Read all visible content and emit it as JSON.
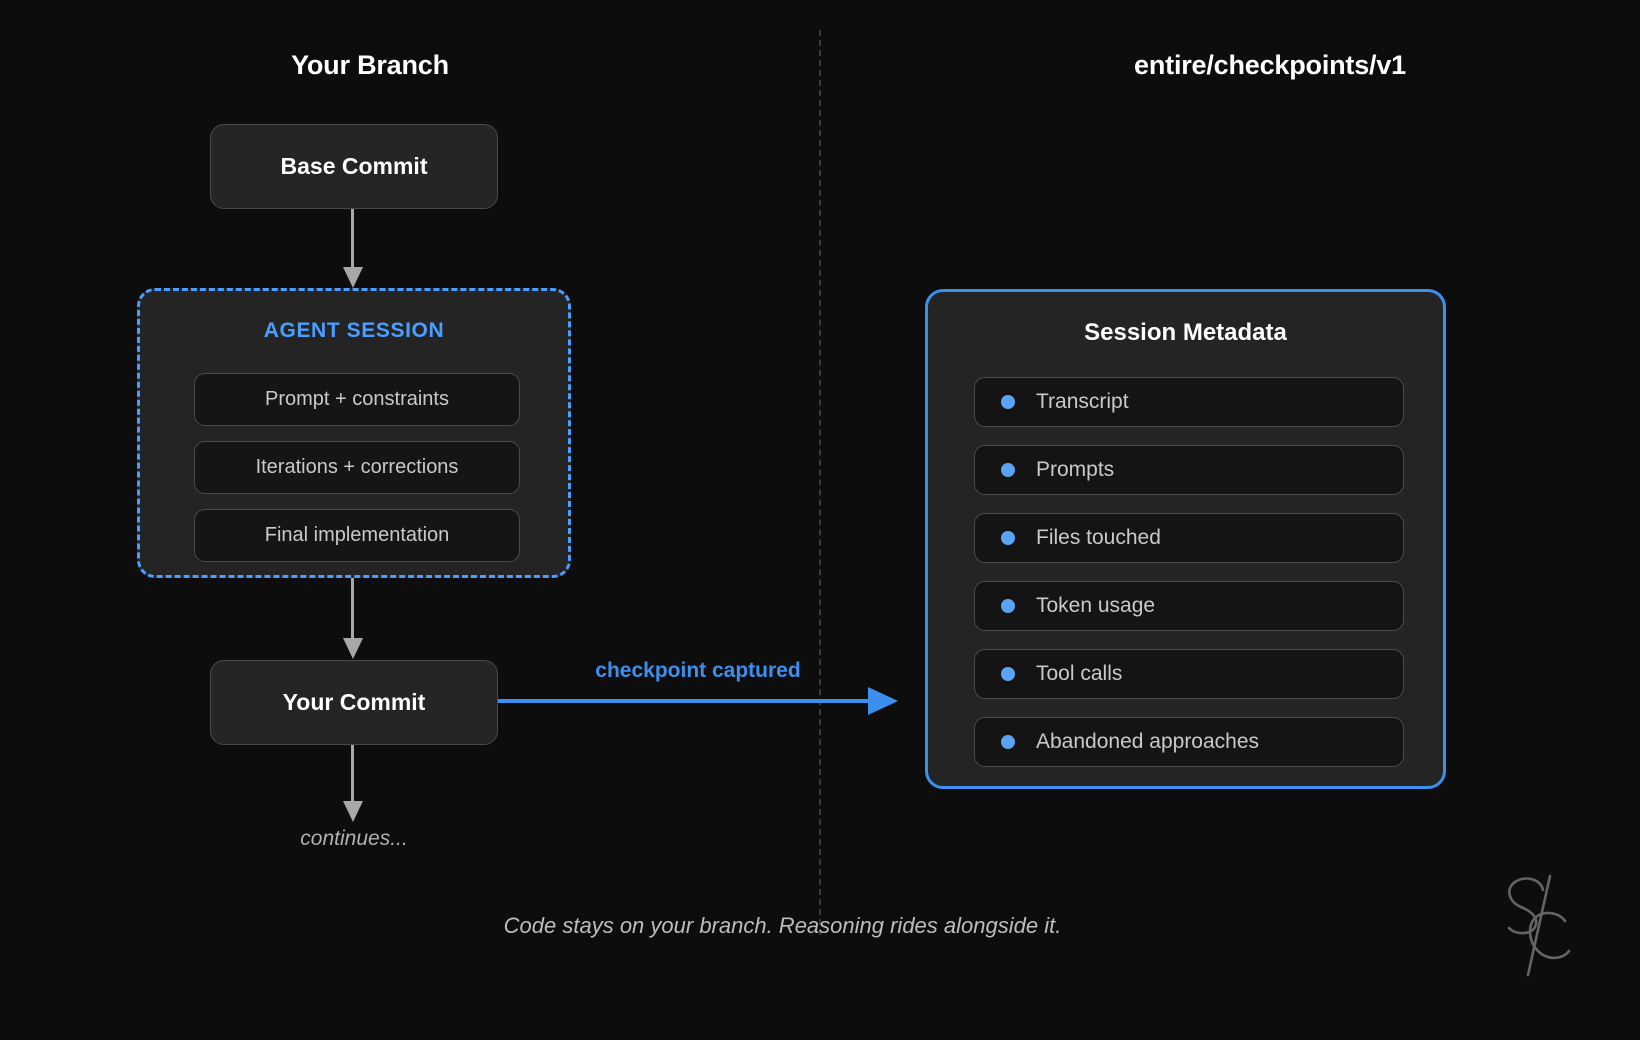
{
  "columns": {
    "left_title": "Your Branch",
    "right_title": "entire/checkpoints/v1"
  },
  "branch_flow": {
    "base_commit": "Base Commit",
    "your_commit": "Your Commit",
    "continues": "continues..."
  },
  "agent_session": {
    "label": "AGENT SESSION",
    "items": [
      "Prompt + constraints",
      "Iterations + corrections",
      "Final implementation"
    ]
  },
  "connector": {
    "label": "checkpoint captured"
  },
  "metadata_panel": {
    "title": "Session Metadata",
    "items": [
      "Transcript",
      "Prompts",
      "Files touched",
      "Token usage",
      "Tool calls",
      "Abandoned approaches"
    ]
  },
  "caption": "Code stays on your branch. Reasoning rides alongside it.",
  "signature": {
    "name": "sc-monogram"
  },
  "colors": {
    "background": "#0d0d0d",
    "accent_blue": "#3b8fee",
    "bullet_blue": "#5ba3f5",
    "agent_border": "#4a9eff",
    "node_fill": "#252525",
    "arrow_gray": "#a8a8a8",
    "divider_gray": "#3a3a3a"
  }
}
